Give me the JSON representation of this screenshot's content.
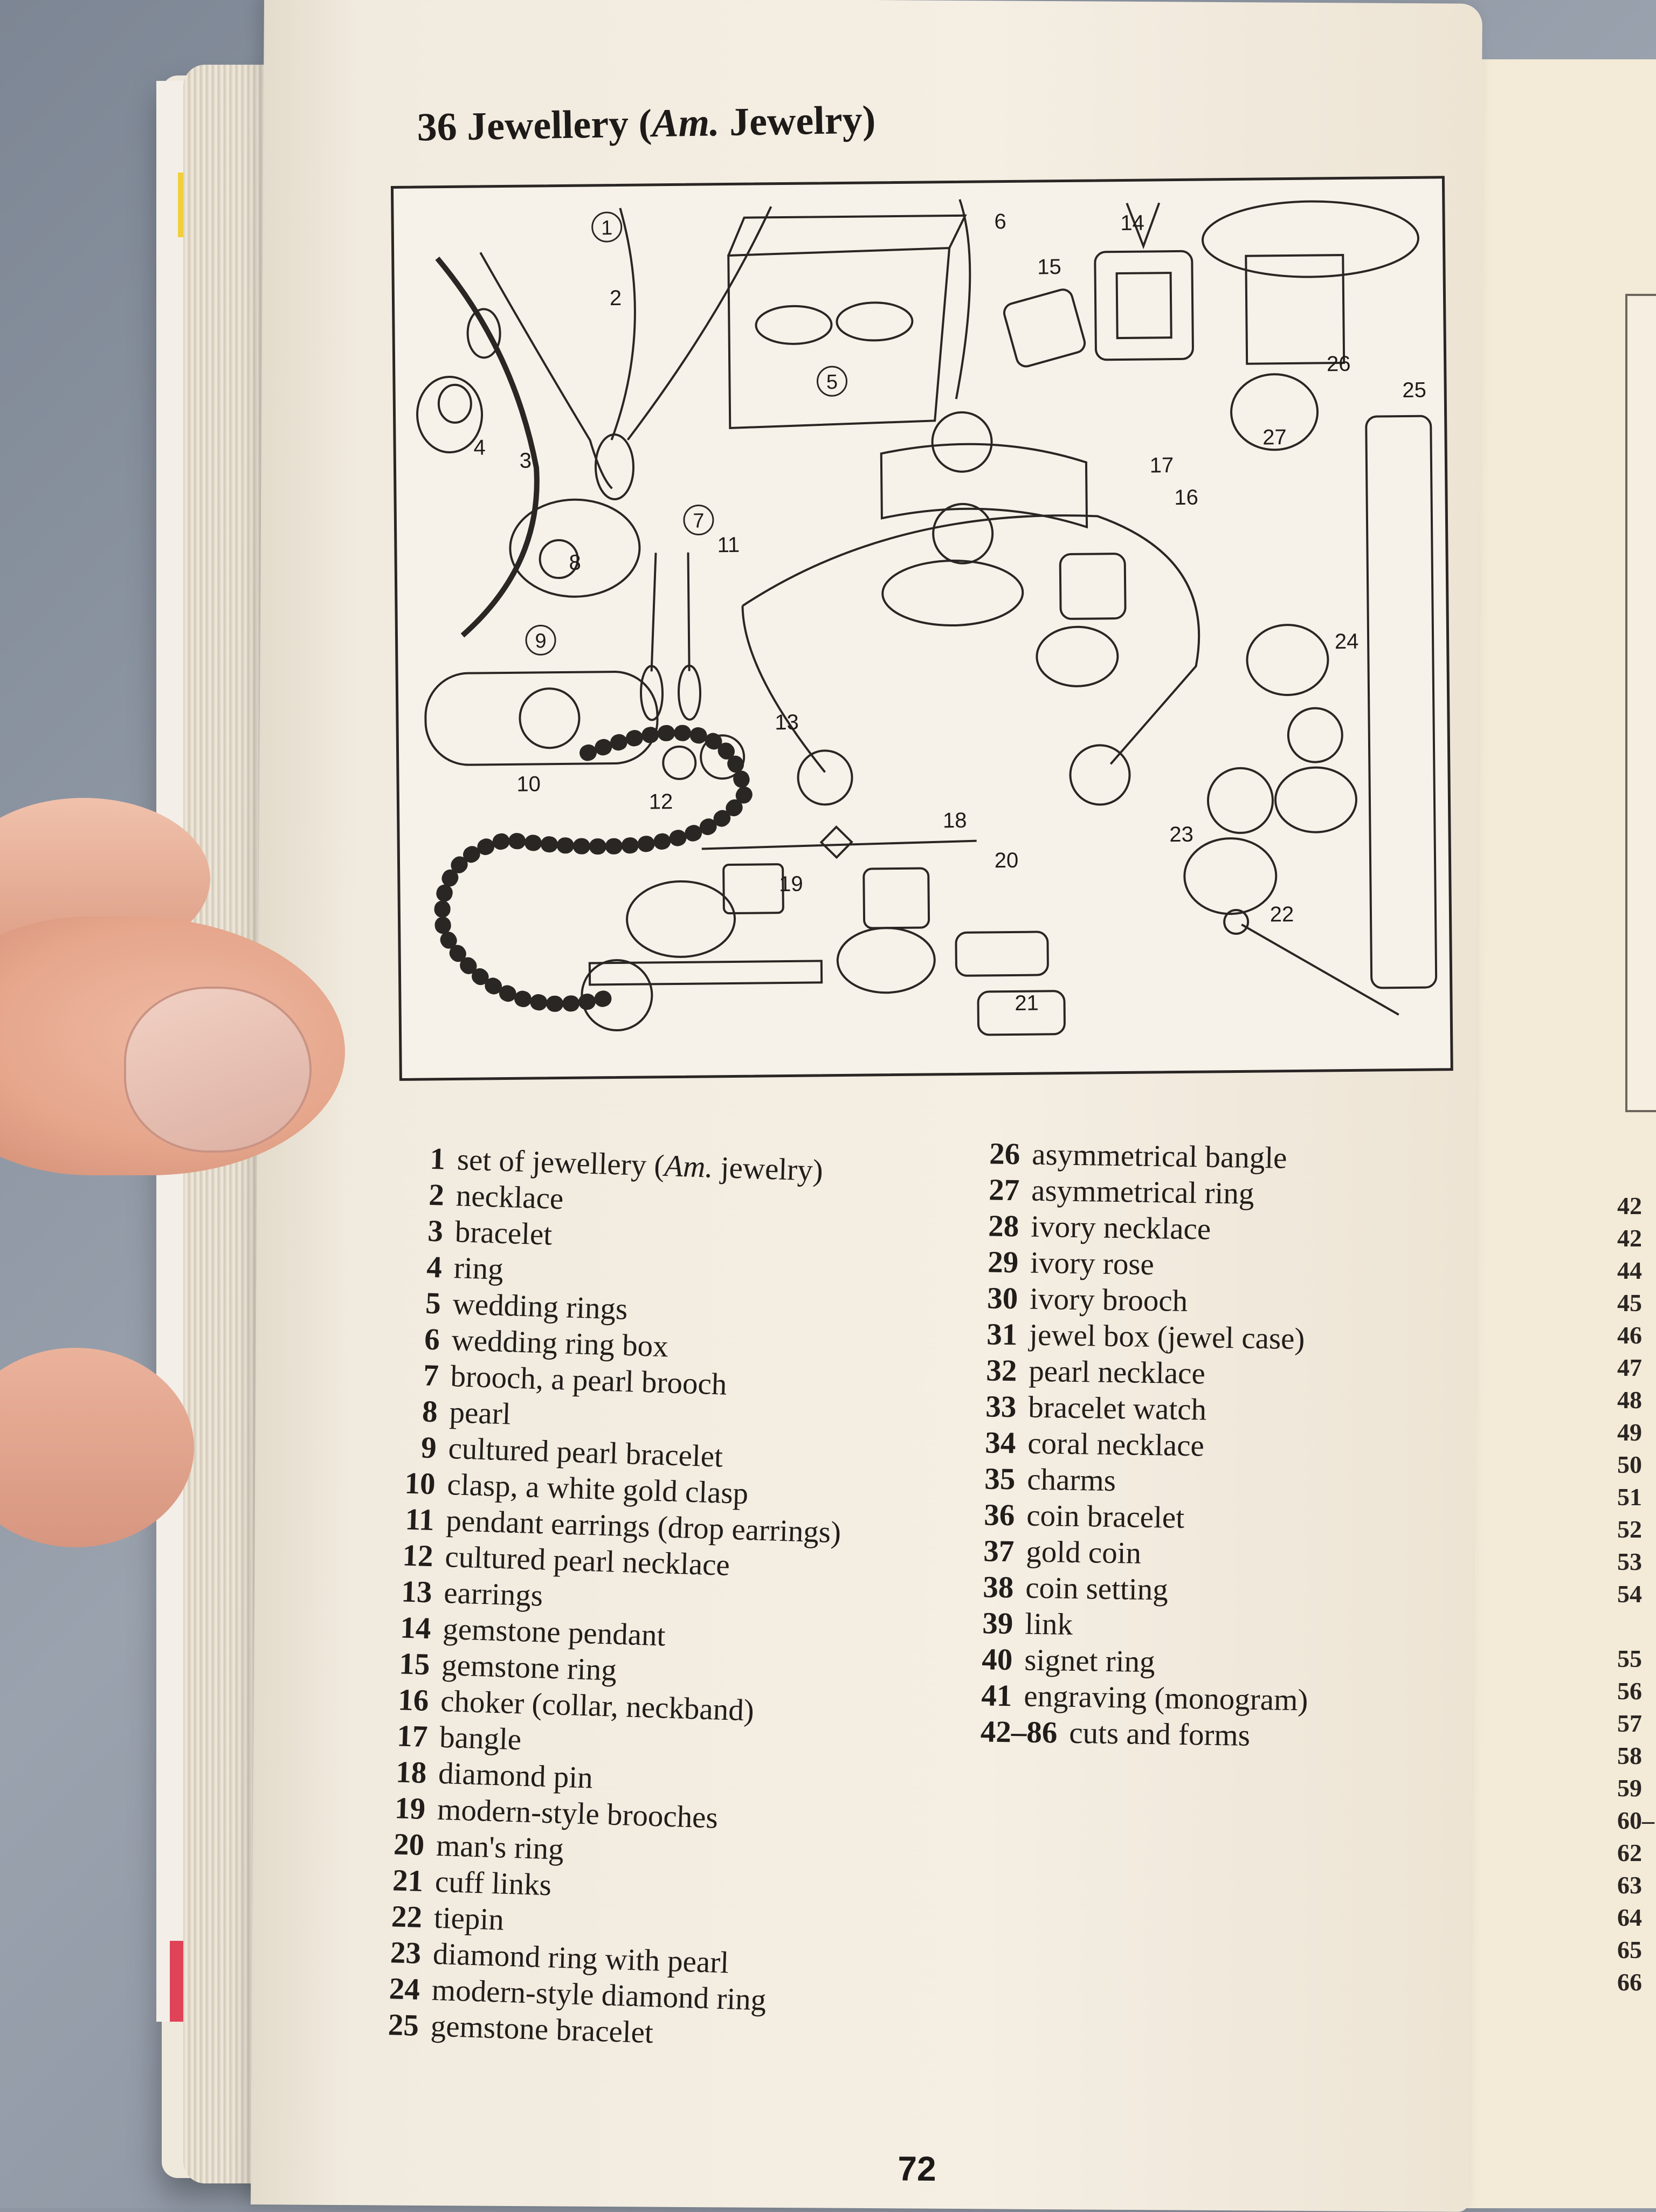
{
  "page": {
    "section_number": "36",
    "title_main": "Jewellery (",
    "title_italic": "Am.",
    "title_end": " Jewelry)",
    "page_number": "72"
  },
  "figure_callouts": [
    "1",
    "2",
    "3",
    "4",
    "5",
    "6",
    "7",
    "8",
    "9",
    "10",
    "11",
    "12",
    "13",
    "14",
    "15",
    "16",
    "17",
    "18",
    "19",
    "20",
    "21",
    "22",
    "23",
    "24",
    "25",
    "26",
    "27"
  ],
  "legend_left": [
    {
      "num": "1",
      "pre": "set of jewellery (",
      "ital": "Am.",
      "post": " jewelry)"
    },
    {
      "num": "2",
      "text": "necklace"
    },
    {
      "num": "3",
      "text": "bracelet"
    },
    {
      "num": "4",
      "text": "ring"
    },
    {
      "num": "5",
      "text": "wedding rings"
    },
    {
      "num": "6",
      "text": "wedding ring box"
    },
    {
      "num": "7",
      "text": "brooch, a pearl brooch"
    },
    {
      "num": "8",
      "text": "pearl"
    },
    {
      "num": "9",
      "text": "cultured pearl bracelet"
    },
    {
      "num": "10",
      "text": "clasp, a white gold clasp"
    },
    {
      "num": "11",
      "text": "pendant earrings (drop earrings)"
    },
    {
      "num": "12",
      "text": "cultured pearl necklace"
    },
    {
      "num": "13",
      "text": "earrings"
    },
    {
      "num": "14",
      "text": "gemstone pendant"
    },
    {
      "num": "15",
      "text": "gemstone ring"
    },
    {
      "num": "16",
      "text": "choker (collar, neckband)"
    },
    {
      "num": "17",
      "text": "bangle"
    },
    {
      "num": "18",
      "text": "diamond pin"
    },
    {
      "num": "19",
      "text": "modern-style brooches"
    },
    {
      "num": "20",
      "text": "man's ring"
    },
    {
      "num": "21",
      "text": "cuff links"
    },
    {
      "num": "22",
      "text": "tiepin"
    },
    {
      "num": "23",
      "text": "diamond ring with pearl"
    },
    {
      "num": "24",
      "text": "modern-style diamond ring"
    },
    {
      "num": "25",
      "text": "gemstone bracelet"
    }
  ],
  "legend_right": [
    {
      "num": "26",
      "text": "asymmetrical bangle"
    },
    {
      "num": "27",
      "text": "asymmetrical ring"
    },
    {
      "num": "28",
      "text": "ivory necklace"
    },
    {
      "num": "29",
      "text": "ivory rose"
    },
    {
      "num": "30",
      "text": "ivory brooch"
    },
    {
      "num": "31",
      "text": "jewel box (jewel case)"
    },
    {
      "num": "32",
      "text": "pearl necklace"
    },
    {
      "num": "33",
      "text": "bracelet watch"
    },
    {
      "num": "34",
      "text": "coral necklace"
    },
    {
      "num": "35",
      "text": "charms"
    },
    {
      "num": "36",
      "text": "coin bracelet"
    },
    {
      "num": "37",
      "text": "gold coin"
    },
    {
      "num": "38",
      "text": "coin setting"
    },
    {
      "num": "39",
      "text": "link"
    },
    {
      "num": "40",
      "text": "signet ring"
    },
    {
      "num": "41",
      "text": "engraving (monogram)"
    },
    {
      "num": "42–86",
      "text": "cuts and forms"
    }
  ],
  "next_page_numbers": [
    "42",
    "42",
    "44",
    "45",
    "46",
    "47",
    "48",
    "49",
    "50",
    "51",
    "52",
    "53",
    "54",
    "55",
    "56",
    "57",
    "58",
    "59",
    "60–",
    "62",
    "63",
    "64",
    "65",
    "66"
  ]
}
